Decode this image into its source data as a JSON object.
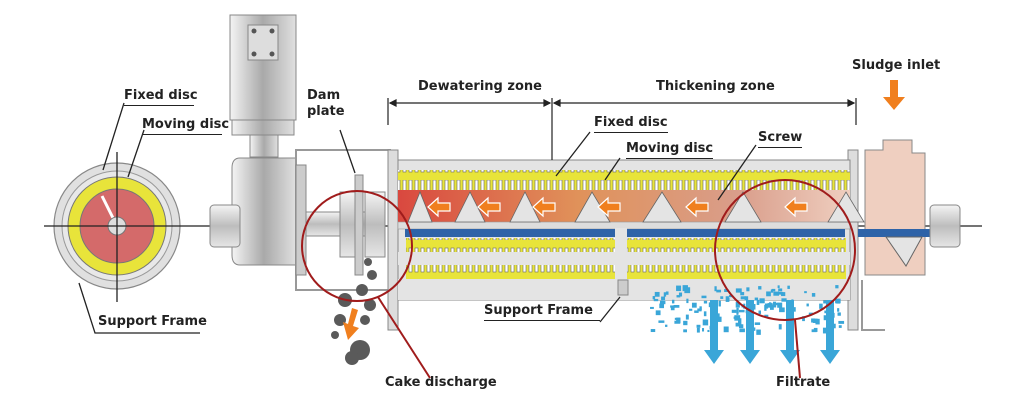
{
  "labels": {
    "left_fixed_disc": "Fixed disc",
    "left_moving_disc": "Moving disc",
    "left_support_frame": "Support Frame",
    "dam_plate_line1": "Dam",
    "dam_plate_line2": "plate",
    "dewatering_zone": "Dewatering zone",
    "thickening_zone": "Thickening zone",
    "fixed_disc": "Fixed disc",
    "moving_disc": "Moving disc",
    "screw": "Screw",
    "sludge_inlet": "Sludge inlet",
    "support_frame": "Support Frame",
    "cake_discharge": "Cake discharge",
    "filtrate": "Filtrate"
  },
  "colors": {
    "fixed_disc": "#e0e0e0",
    "moving_disc": "#e8e43a",
    "sludge_dewatered": "#d9483f",
    "sludge_inlet": "#efcfc0",
    "flow_arrow": "#f07f1e",
    "shaft": "#2e63a8",
    "filtrate": "#3aa6d8",
    "highlight_circle": "#a01c1c",
    "cake": "#555555"
  }
}
